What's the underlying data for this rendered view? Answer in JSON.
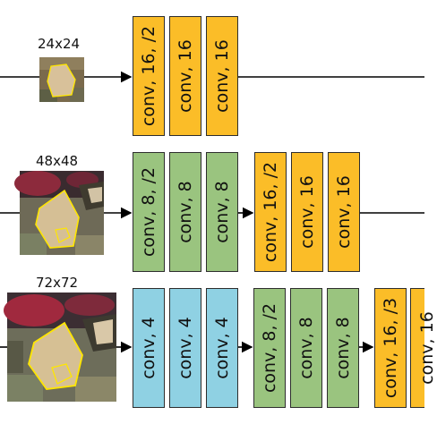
{
  "rows": [
    {
      "input_size": "24x24",
      "blocks": [
        {
          "label": "conv, 16, /2",
          "color": "orange"
        },
        {
          "label": "conv, 16",
          "color": "orange"
        },
        {
          "label": "conv, 16",
          "color": "orange"
        }
      ]
    },
    {
      "input_size": "48x48",
      "blocks": [
        {
          "label": "conv, 8, /2",
          "color": "green"
        },
        {
          "label": "conv, 8",
          "color": "green"
        },
        {
          "label": "conv, 8",
          "color": "green"
        },
        {
          "label": "conv, 16, /2",
          "color": "orange"
        },
        {
          "label": "conv, 16",
          "color": "orange"
        },
        {
          "label": "conv, 16",
          "color": "orange"
        }
      ]
    },
    {
      "input_size": "72x72",
      "blocks": [
        {
          "label": "conv, 4",
          "color": "blue"
        },
        {
          "label": "conv, 4",
          "color": "blue"
        },
        {
          "label": "conv, 4",
          "color": "blue"
        },
        {
          "label": "conv, 8, /2",
          "color": "green"
        },
        {
          "label": "conv, 8",
          "color": "green"
        },
        {
          "label": "conv, 8",
          "color": "green"
        },
        {
          "label": "conv, 16, /3",
          "color": "orange"
        },
        {
          "label": "conv, 16",
          "color": "orange"
        }
      ]
    }
  ],
  "colors": {
    "orange": "#fbbd28",
    "green": "#9ac47f",
    "blue": "#8fd1e3",
    "line": "#000000"
  }
}
